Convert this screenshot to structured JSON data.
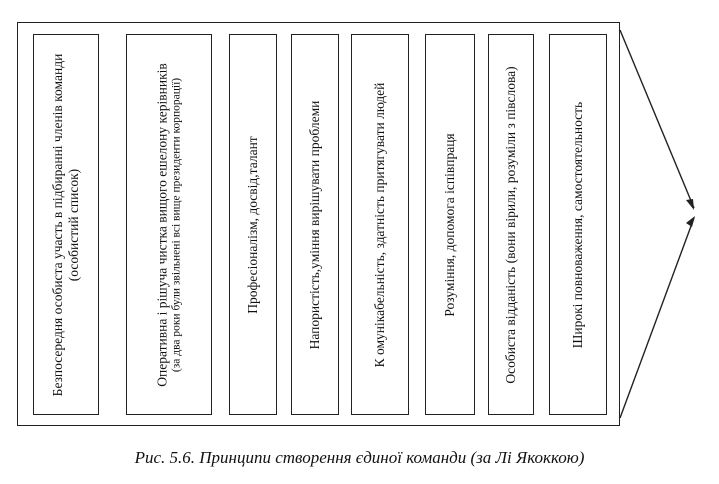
{
  "principles": [
    {
      "text": "Безпосередня особиста участь в підбиранні членів команди (особистий список)"
    },
    {
      "text": "Оперативна і рішуча чистка вищого ешелону керівників",
      "sub": "(за два роки були звільнені всі вище президенти корпорації)"
    },
    {
      "text": "Професіоналізм, досвід,талант"
    },
    {
      "text": "Напористість,уміння вирішувати проблеми"
    },
    {
      "text": "К омунікабельність, здатність притягувати людей"
    },
    {
      "text": "Розуміння, допомога іспівпраця"
    },
    {
      "text": "Особиста відданість (вони вірили, розуміли з півслова)"
    },
    {
      "text": "Широкі повноваження, самостоятельность"
    }
  ],
  "caption": "Рис. 5.6. Принципи створення єдиної команди (за Лі Якоккою)"
}
